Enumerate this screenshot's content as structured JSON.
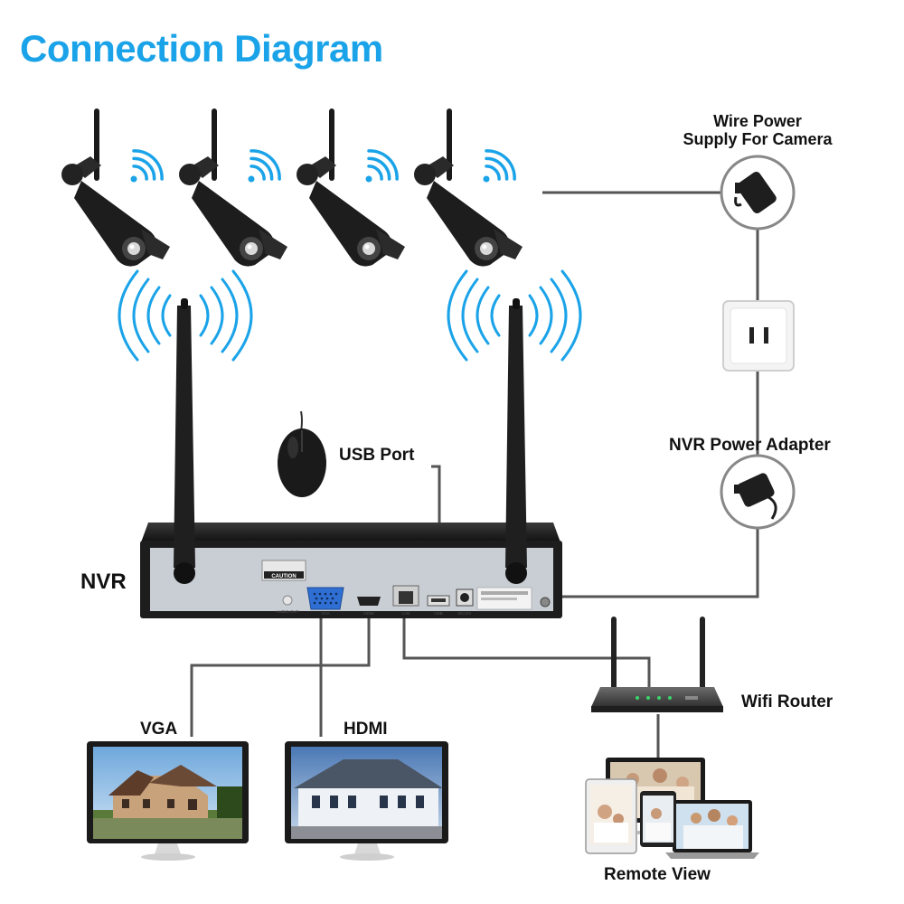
{
  "title": "Connection Diagram",
  "labels": {
    "wire_power_1": "Wire Power",
    "wire_power_2": "Supply For Camera",
    "usb_port": "USB Port",
    "nvr_power_adapter": "NVR Power Adapter",
    "nvr": "NVR",
    "wifi_router": "Wifi Router",
    "vga": "VGA",
    "hdmi": "HDMI",
    "remote_view": "Remote View"
  },
  "nvr_panel": {
    "caution": "CAUTION",
    "audio_out": "AUDIO OUT",
    "vga": "VGA",
    "hdmi": "HDMI",
    "lan": "LAN",
    "usb": "USB",
    "dc": "DC12V"
  },
  "colors": {
    "title": "#1aa3e8",
    "wifi_waves": "#1aa3e8",
    "connector_line": "#555555",
    "device_body": "#1c1c1c",
    "nvr_panel": "#c9ced4"
  },
  "icons": [
    "camera-icon",
    "wifi-signal-icon",
    "antenna-icon",
    "power-adapter-icon",
    "wall-outlet-icon",
    "usb-mouse-icon",
    "router-icon",
    "monitor-icon",
    "laptop-icon",
    "tablet-icon"
  ]
}
